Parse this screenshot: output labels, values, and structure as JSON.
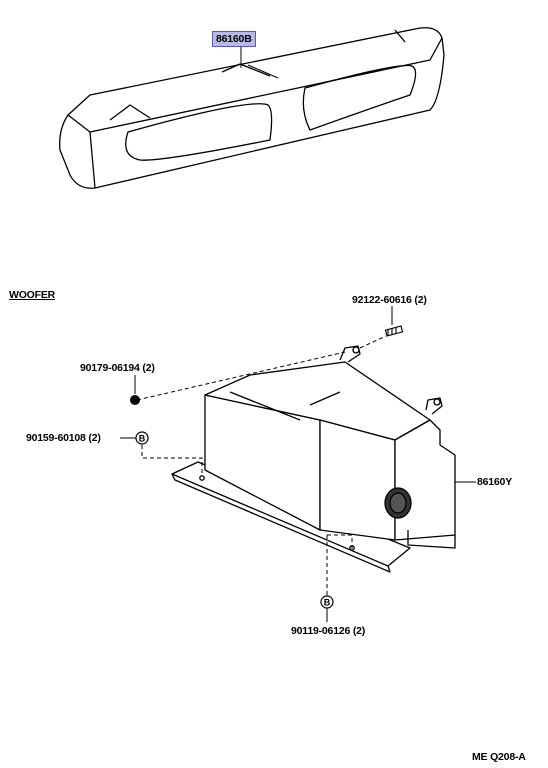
{
  "section_title": "WOOFER",
  "parts": {
    "shelf_panel": "86160B",
    "woofer_box": "86160Y",
    "bolt_top": "92122-60616 (2)",
    "nut": "90179-06194 (2)",
    "screw_left": "90159-60108 (2)",
    "screw_bottom": "90119-06126 (2)"
  },
  "callout_letter": "B",
  "figure_code": "ME  Q208-A",
  "colors": {
    "highlight": "#b9b9e8",
    "line": "#000000"
  }
}
